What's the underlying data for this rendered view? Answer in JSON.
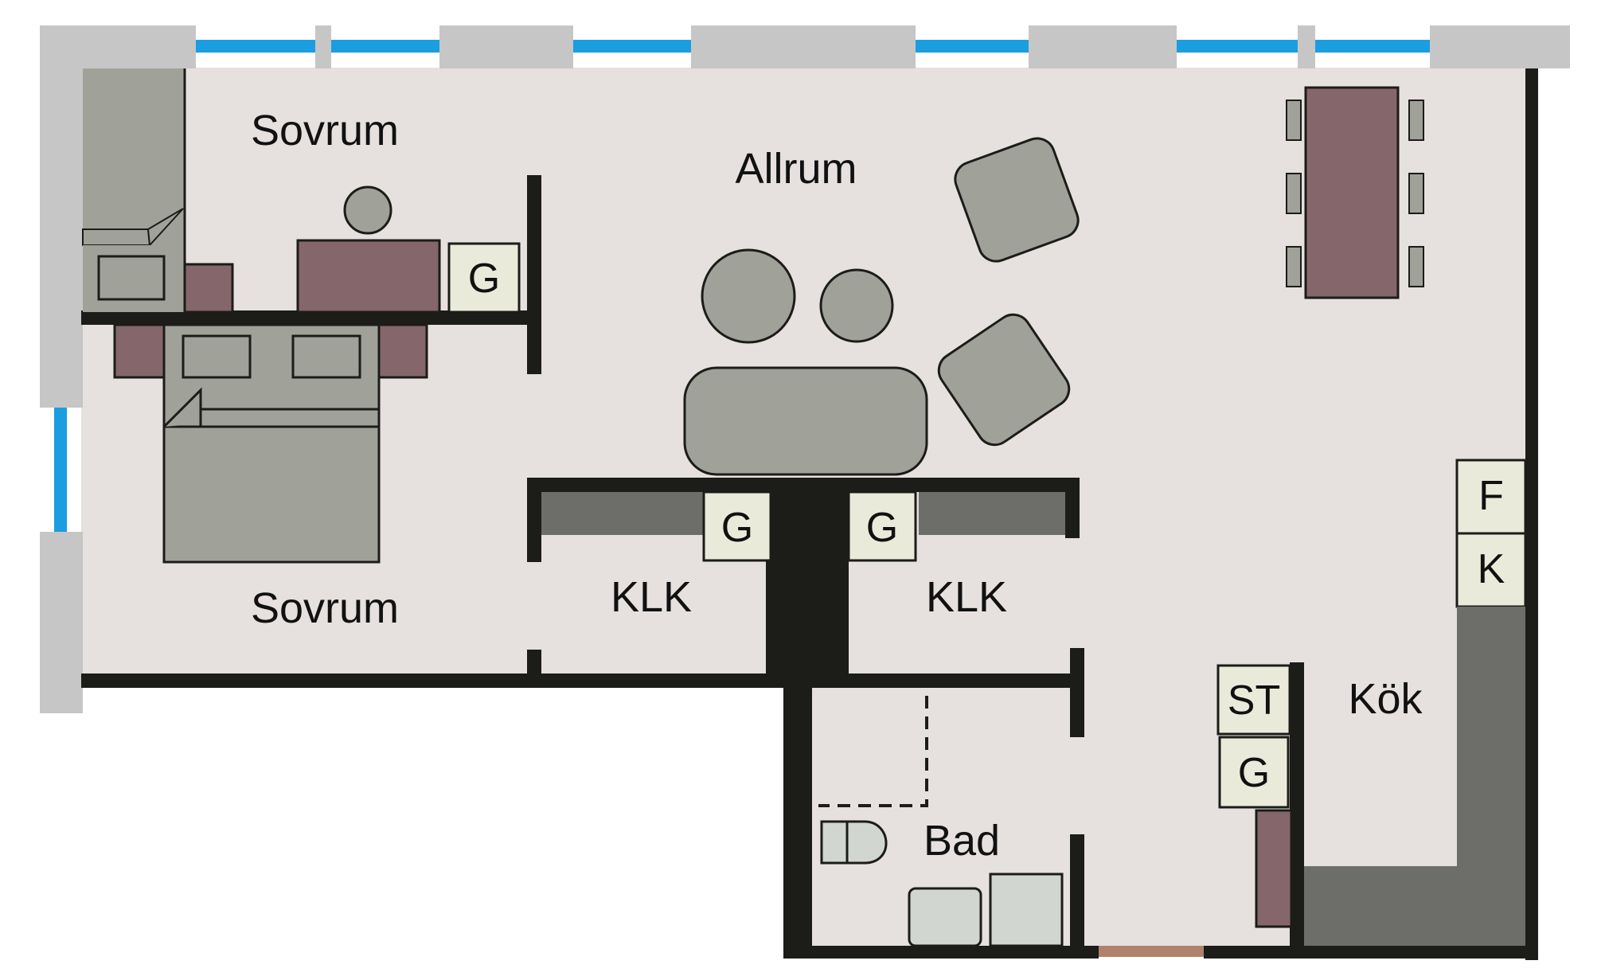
{
  "plan": {
    "rooms": {
      "sovrum_top": "Sovrum",
      "sovrum_bottom": "Sovrum",
      "allrum": "Allrum",
      "klk_left": "KLK",
      "klk_right": "KLK",
      "bad": "Bad",
      "kok": "Kök"
    },
    "appliances": {
      "g_bedroom": "G",
      "g_klk_left": "G",
      "g_klk_right": "G",
      "f": "F",
      "k": "K",
      "st": "ST",
      "g_kitchen": "G"
    },
    "colors": {
      "floor": "#e6e0df",
      "wall": "#1c1c18",
      "outer_wall": "#c6c6c6",
      "window": "#1a9ee0",
      "furniture": "#a0a29a",
      "wood": "#84666b",
      "appliance": "#eaeadb",
      "counter": "#6d6e6a",
      "door": "#b0826e"
    }
  }
}
